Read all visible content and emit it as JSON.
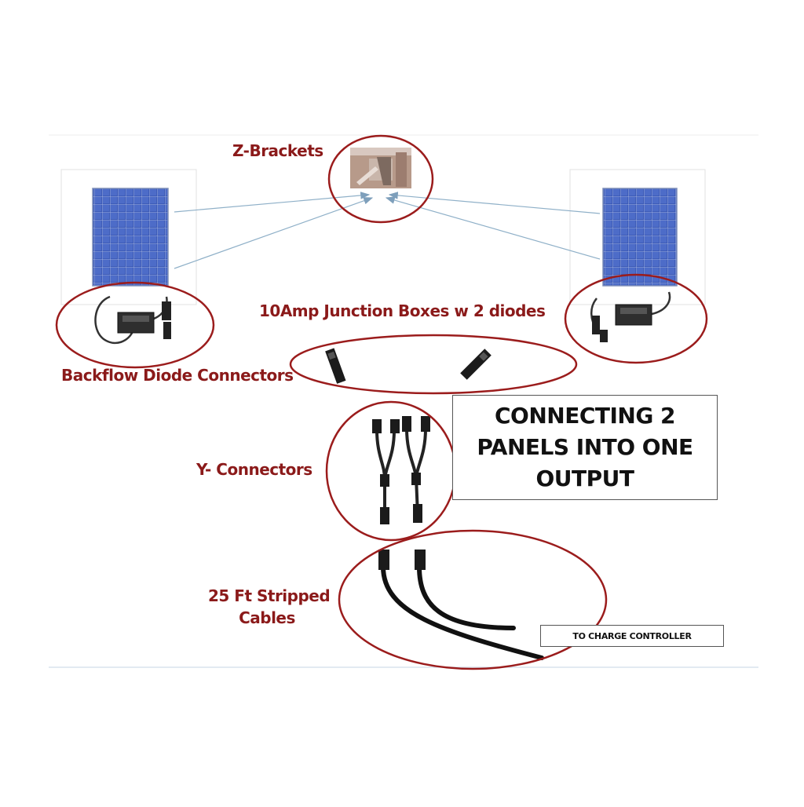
{
  "labels": {
    "z_brackets": "Z-Brackets",
    "junction_boxes": "10Amp Junction Boxes w 2 diodes",
    "backflow_diodes": "Backflow Diode Connectors",
    "y_connectors": "Y- Connectors",
    "stripped_cables_line1": "25 Ft Stripped",
    "stripped_cables_line2": "Cables"
  },
  "title": {
    "line1": "CONNECTING 2",
    "line2": "PANELS INTO ONE",
    "line3": "OUTPUT"
  },
  "charge_controller": "TO CHARGE CONTROLLER",
  "colors": {
    "label": "#8b1a1a",
    "ellipse": "#9b1c1c",
    "panel_cell": "#3a58b5",
    "arrow": "#8fb0c8",
    "cable": "#111111"
  }
}
